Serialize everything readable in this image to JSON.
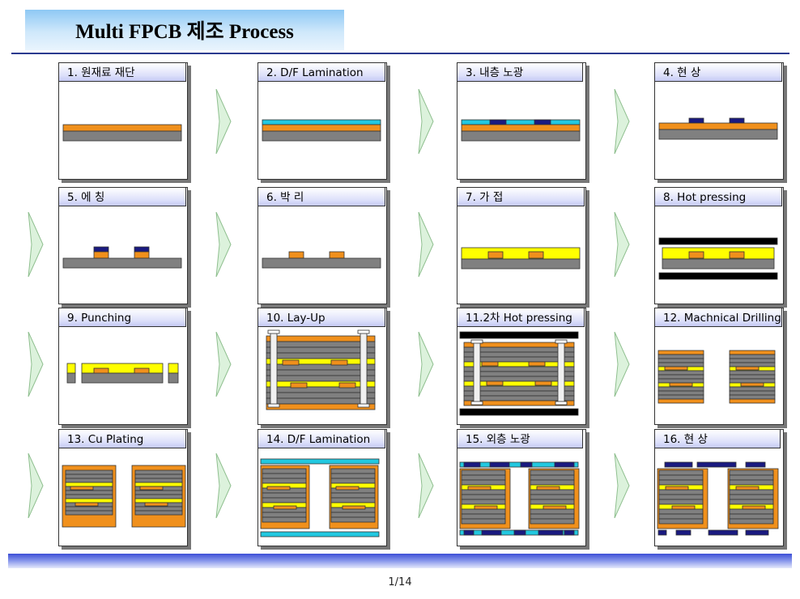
{
  "title": "Multi FPCB 제조 Process",
  "page_number": "1/14",
  "steps": [
    {
      "label": "1. 원재료 재단"
    },
    {
      "label": "2. D/F Lamination"
    },
    {
      "label": "3. 내층 노광"
    },
    {
      "label": "4. 현  상"
    },
    {
      "label": "5. 에  칭"
    },
    {
      "label": "6. 박  리"
    },
    {
      "label": "7. 가  접"
    },
    {
      "label": "8. Hot pressing"
    },
    {
      "label": "9. Punching"
    },
    {
      "label": "10. Lay-Up"
    },
    {
      "label": "11.2차 Hot pressing"
    },
    {
      "label": "12. Machnical Drilling"
    },
    {
      "label": "13. Cu Plating"
    },
    {
      "label": "14. D/F Lamination"
    },
    {
      "label": "15. 외층 노광"
    },
    {
      "label": "16. 현  상"
    }
  ],
  "colors": {
    "copper": "#f0901c",
    "base_film": "#808080",
    "dry_film": "#22c8e0",
    "exposed": "#1a1a80",
    "adhesive": "#ffff00",
    "press_plate": "#000000",
    "arrow_fill": "#dcf2dc"
  }
}
